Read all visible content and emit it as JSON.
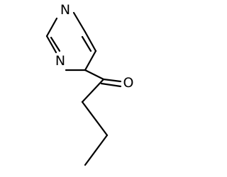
{
  "structure": {
    "atoms": {
      "n1": "N",
      "n3": "N",
      "o": "O"
    }
  },
  "colors": {
    "bond": "#000000",
    "label": "#000000",
    "background": "#ffffff"
  }
}
